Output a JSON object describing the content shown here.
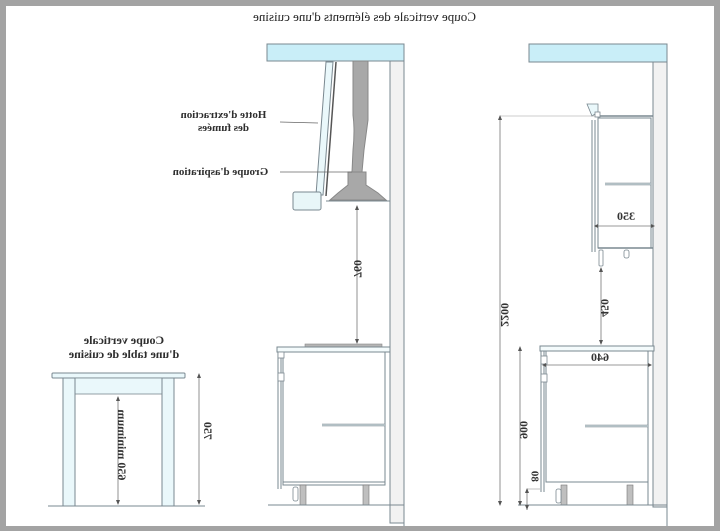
{
  "drawing": {
    "title": "Coupe verticale des éléments d'une cuisine",
    "orientation": "mirrored horizontally",
    "colors": {
      "frame": "#a3a3a3",
      "paper": "#ffffff",
      "ceiling_fill": "#c9eef8",
      "line": "#7a8890",
      "duct_fill": "#a8a8a8",
      "wall_fill": "#f2f2f2"
    }
  },
  "labels": {
    "hood": [
      "Hotte d'extraction",
      "des fumées"
    ],
    "blower": "Groupe d'aspiration",
    "table_section": [
      "Coupe verticale",
      "d'une table de cuisine"
    ]
  },
  "dimensions": {
    "hood_to_cooktop": "760",
    "table_height": "750",
    "table_clearance": "650 minimum",
    "total_height": "2200",
    "wall_cabinet_depth": "350",
    "wall_to_counter_gap": "450",
    "base_depth": "640",
    "base_height": "900",
    "plinth_height": "80"
  },
  "sections": [
    {
      "id": "table",
      "name": "Kitchen table section"
    },
    {
      "id": "hood",
      "name": "Extractor hood and base cabinet section"
    },
    {
      "id": "cabinets",
      "name": "Wall and base cabinets section"
    }
  ]
}
